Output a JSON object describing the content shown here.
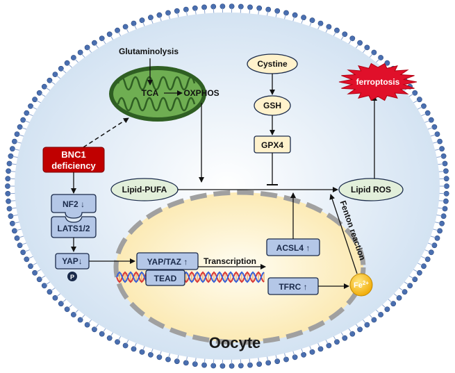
{
  "cell": {
    "title": "Oocyte"
  },
  "mitochondria": {
    "glutaminolysis": "Glutaminolysis",
    "tca": "TCA",
    "oxphos": "OXPHOS"
  },
  "nodes": {
    "bnc1_line1": "BNC1",
    "bnc1_line2": "deficiency",
    "nf2": "NF2 ↓",
    "lats": "LATS1/2",
    "yap": "YAP↓",
    "phospho": "P",
    "yap_taz": "YAP/TAZ ↑",
    "tead": "TEAD",
    "transcription": "Transcription",
    "acsl4": "ACSL4 ↑",
    "tfrc": "TFRC ↑",
    "fe": "Fe",
    "fe_sup": "2+",
    "cystine": "Cystine",
    "gsh": "GSH",
    "gpx4": "GPX4",
    "lipid_pufa": "Lipid-PUFA",
    "lipid_ros": "Lipid ROS",
    "ferroptosis": "ferroptosis",
    "fenton": "Fenton reaction"
  },
  "colors": {
    "membrane": "#4a6fb0",
    "cell_fill": "#d9e8f5",
    "nucleus_fill": "#fdf0c8",
    "nucleus_border": "#9a9a9a",
    "mito_outer": "#3a6b2c",
    "mito_inner": "#6aa84f",
    "blue_box": "#b4c7e7",
    "blue_border": "#1a2a4a",
    "cream_box": "#fff2cc",
    "red_box": "#c00000",
    "green_oval": "#e2efda",
    "fe_fill": "#ffc000",
    "burst": "#e0102a"
  }
}
